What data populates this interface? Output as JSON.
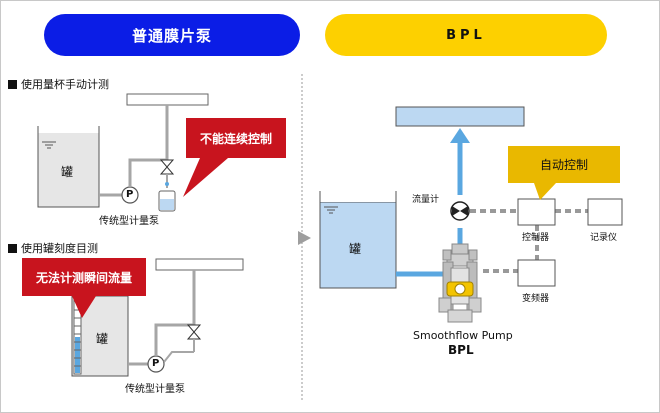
{
  "header": {
    "left_title": "普通膜片泵",
    "right_title": "BPL"
  },
  "left": {
    "section1_title": "使用量杯手动计测",
    "tank1_label": "罐",
    "pump1_symbol": "P",
    "pump1_caption": "传统型计量泵",
    "callout1": "不能连续控制",
    "section2_title": "使用罐刻度目测",
    "callout2": "无法计测瞬间流量",
    "tank2_label": "罐",
    "pump2_symbol": "P",
    "pump2_caption": "传统型计量泵"
  },
  "right": {
    "tank_label": "罐",
    "flowmeter_label": "流量计",
    "auto_control": "自动控制",
    "controller_label": "控制器",
    "recorder_label": "记录仪",
    "inverter_label": "变频器",
    "pump_name": "Smoothflow Pump",
    "pump_model": "BPL"
  },
  "colors": {
    "blue_pill": "#0b1de6",
    "yellow_pill": "#fdd000",
    "red_callout": "#c8141e",
    "yellow_callout": "#e9b800",
    "pipe_blue": "#5aa7e0",
    "pipe_gray": "#a6a6a6",
    "tank_water": "#bcd8f2"
  }
}
